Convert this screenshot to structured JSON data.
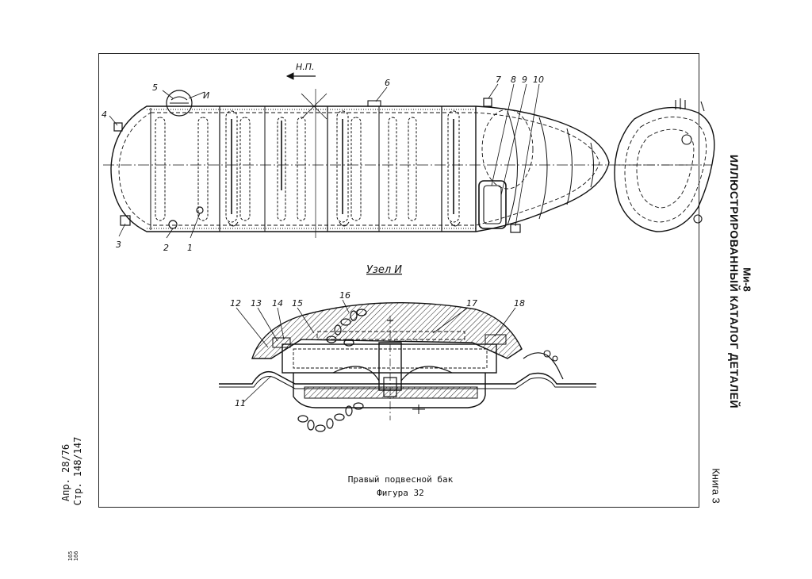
{
  "sheet": {
    "aircraft": "Ми-8",
    "catalog_title": "ИЛЛЮСТРИРОВАННЫЙ КАТАЛОГ ДЕТАЛЕЙ",
    "book": "Книга 3",
    "page_ref": "Стр. 148/147",
    "apr_ref": "Апр. 28/76",
    "small_numbers": [
      "166",
      "165"
    ]
  },
  "caption": {
    "title": "Правый подвесной бак",
    "figure": "Фигура 32"
  },
  "main_view": {
    "direction_label": "Н.П.",
    "callouts": [
      "1",
      "2",
      "3",
      "4",
      "5",
      "И",
      "6",
      "7",
      "8",
      "9",
      "10"
    ]
  },
  "detail_view": {
    "title": "Узел И",
    "callouts": [
      "11",
      "12",
      "13",
      "14",
      "15",
      "16",
      "17",
      "18"
    ]
  },
  "colors": {
    "ink": "#111111",
    "paper": "#ffffff"
  }
}
